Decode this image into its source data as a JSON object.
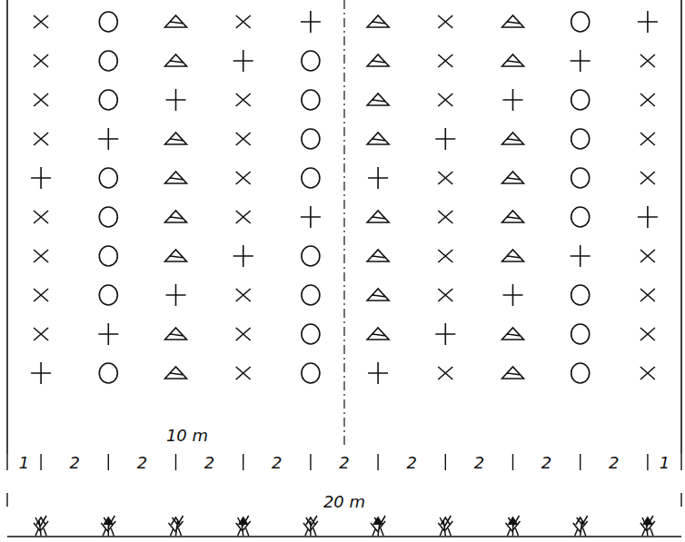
{
  "diagram": {
    "labels": [
      "10 m",
      "1",
      "2",
      "2",
      "2",
      "2",
      "2",
      "2",
      "2",
      "2",
      "2",
      "1",
      "20 m"
    ]
  }
}
